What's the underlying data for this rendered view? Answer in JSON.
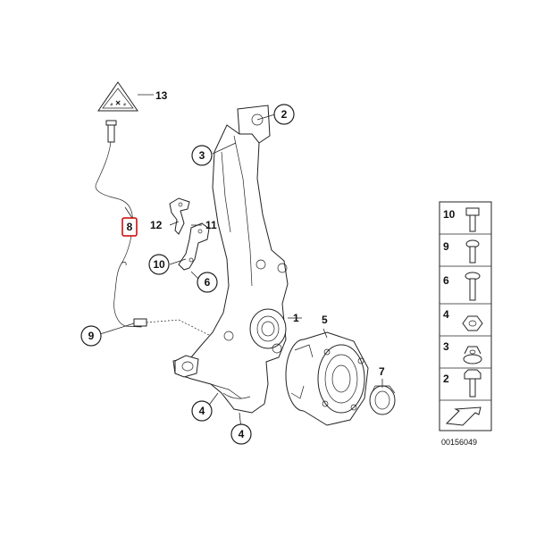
{
  "callouts": {
    "c2": "2",
    "c3": "3",
    "c4a": "4",
    "c4b": "4",
    "c6": "6",
    "c9": "9",
    "c10": "10",
    "c1": "1",
    "c5": "5",
    "c7": "7",
    "c8": "8",
    "c11": "11",
    "c12": "12",
    "c13": "13"
  },
  "legend": {
    "items": [
      {
        "label": "10"
      },
      {
        "label": "9"
      },
      {
        "label": "6"
      },
      {
        "label": "4"
      },
      {
        "label": "3"
      },
      {
        "label": "2"
      }
    ]
  },
  "diagram_number": "00156049",
  "colors": {
    "highlight": "#cc0000",
    "ink": "#222222"
  }
}
